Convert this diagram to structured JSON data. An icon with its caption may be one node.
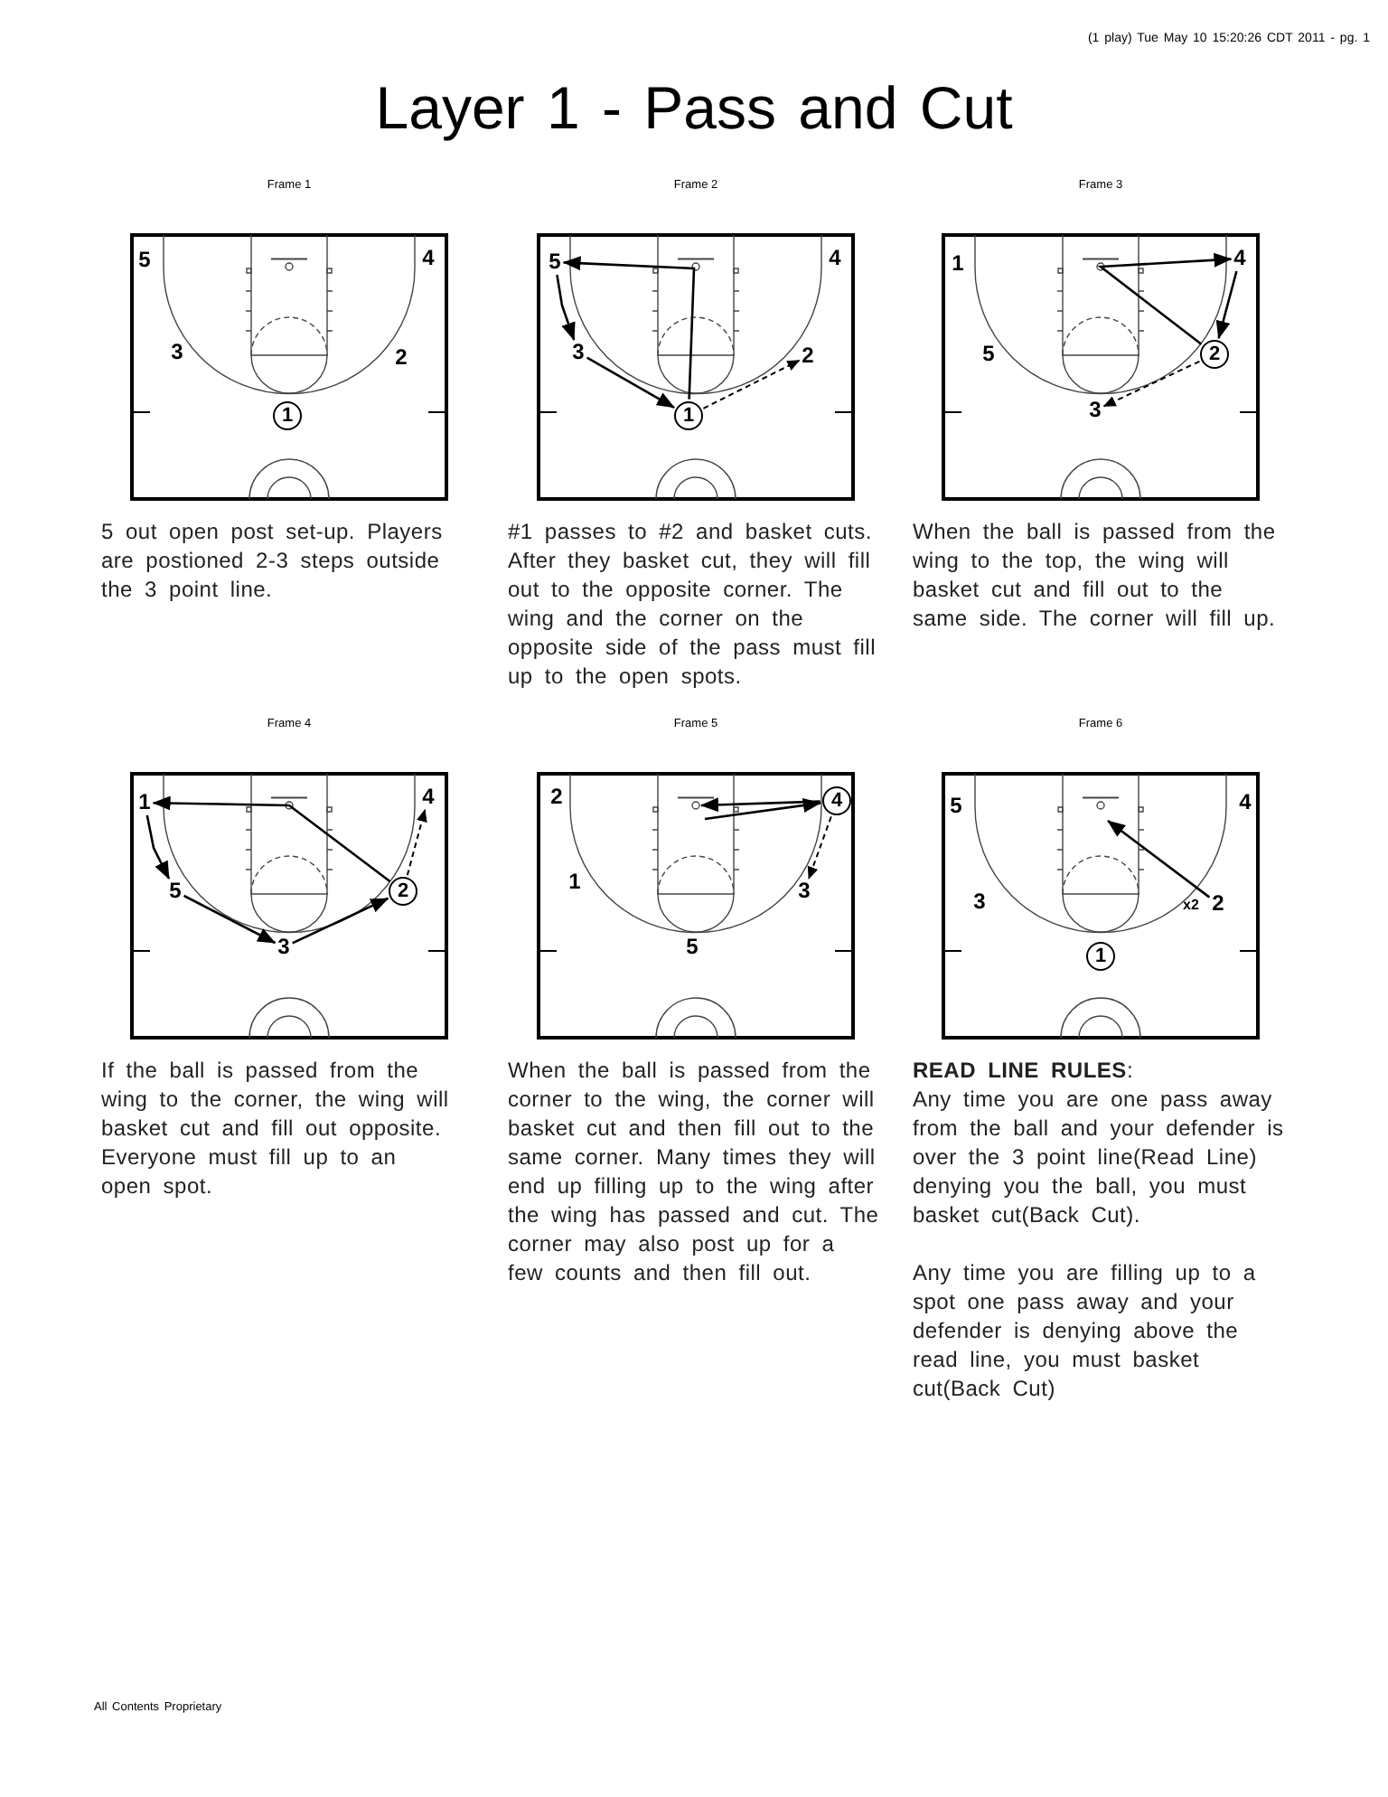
{
  "diagram": {
    "title": "Layer 1 - Pass and Cut",
    "nodes": [
      {
        "text": [
          "Frame 1"
        ],
        "beside": [
          "5 out open post set-up. Players are postioned 2-3 steps outside the 3 point line."
        ]
      },
      {
        "text": [
          "5"
        ],
        "in": 0
      },
      {
        "text": [
          "4"
        ],
        "in": 0
      },
      {
        "text": [
          "3"
        ],
        "in": 0
      },
      {
        "text": [
          "2"
        ],
        "in": 0
      },
      {
        "text": [
          "1"
        ],
        "in": 0
      },
      {
        "text": [
          "Frame 2"
        ],
        "beside": [
          "#1 passes to #2 and basket cuts. After they basket cut, they will fill out to the opposite corner. The wing and the corner on the opposite side of the pass must fill up to the open spots."
        ]
      },
      {
        "text": [
          "5"
        ],
        "in": 6
      },
      {
        "text": [
          "4"
        ],
        "in": 6
      },
      {
        "text": [
          "3"
        ],
        "in": 6
      },
      {
        "text": [
          "2"
        ],
        "in": 6
      },
      {
        "text": [
          "1"
        ],
        "in": 6
      },
      {
        "text": [
          "Frame 3"
        ],
        "beside": [
          "When the ball is passed from the wing to the top, the wing will basket cut and fill out to the same side. The corner will fill up."
        ]
      },
      {
        "text": [
          "1"
        ],
        "in": 12
      },
      {
        "text": [
          "4"
        ],
        "in": 12
      },
      {
        "text": [
          "5"
        ],
        "in": 12
      },
      {
        "text": [
          "2"
        ],
        "in": 12
      },
      {
        "text": [
          "3"
        ],
        "in": 12
      },
      {
        "text": [
          "Frame 4"
        ],
        "beside": [
          "If the ball is passed from the wing to the corner, the wing will basket cut and fill out opposite. Everyone must fill up to an open spot."
        ]
      },
      {
        "text": [
          "1"
        ],
        "in": 18
      },
      {
        "text": [
          "4"
        ],
        "in": 18
      },
      {
        "text": [
          "5"
        ],
        "in": 18
      },
      {
        "text": [
          "2"
        ],
        "in": 18
      },
      {
        "text": [
          "3"
        ],
        "in": 18
      },
      {
        "text": [
          "Frame 5"
        ],
        "beside": [
          "When the ball is passed from the corner to the wing, the corner will basket cut and then fill out to the same corner. Many times they will end up filling up to the wing after the wing has passed and cut. The corner may also post up for a few counts and then fill out."
        ]
      },
      {
        "text": [
          "2"
        ],
        "in": 24
      },
      {
        "text": [
          "4"
        ],
        "in": 24
      },
      {
        "text": [
          "1"
        ],
        "in": 24
      },
      {
        "text": [
          "3"
        ],
        "in": 24
      },
      {
        "text": [
          "5"
        ],
        "in": 24
      },
      {
        "text": [
          "Frame 6"
        ],
        "beside": [
          "**READ LINE RULES**:",
          "Any time you are one pass away from the ball and your defender is over the 3 point line(Read Line) denying you the ball, you must basket cut(Back Cut).",
          "Any time you are filling up to a spot one pass away and your defender is denying above the read line, you must basket cut(Back Cut)"
        ]
      },
      {
        "text": [
          "5"
        ],
        "in": 30
      },
      {
        "text": [
          "4"
        ],
        "in": 30
      },
      {
        "text": [
          "3"
        ],
        "in": 30
      },
      {
        "text": [
          "x2"
        ],
        "in": 30
      },
      {
        "text": [
          "2"
        ],
        "in": 30
      },
      {
        "text": [
          "1"
        ],
        "in": 30
      }
    ],
    "edges": [
      {
        "from": 11,
        "to": 10,
        "arrow": "to",
        "style": "dashed"
      },
      {
        "from": 11,
        "to": 7,
        "arrow": "to"
      },
      {
        "from": 7,
        "to": 9,
        "arrow": "to"
      },
      {
        "from": 9,
        "to": 11,
        "arrow": "to"
      },
      {
        "from": 16,
        "to": 17,
        "arrow": "to",
        "style": "dashed"
      },
      {
        "from": 16,
        "to": 14,
        "arrow": "to"
      },
      {
        "from": 14,
        "to": 16,
        "arrow": "to"
      },
      {
        "from": 22,
        "to": 20,
        "arrow": "to",
        "style": "dashed"
      },
      {
        "from": 22,
        "to": 19,
        "arrow": "to"
      },
      {
        "from": 19,
        "to": 21,
        "arrow": "to"
      },
      {
        "from": 21,
        "to": 23,
        "arrow": "to"
      },
      {
        "from": 23,
        "to": 22,
        "arrow": "to"
      },
      {
        "from": 26,
        "to": 28,
        "arrow": "to",
        "style": "dashed"
      },
      {
        "from": 26,
        "to": null,
        "arrow": "to"
      },
      {
        "from": null,
        "to": 26,
        "arrow": "to"
      },
      {
        "from": 35,
        "to": null,
        "arrow": "to"
      }
    ],
    "labels": [
      "(1 play) Tue May 10 15:20:26 CDT 2011 - pg. 1",
      "All Contents Proprietary"
    ]
  }
}
